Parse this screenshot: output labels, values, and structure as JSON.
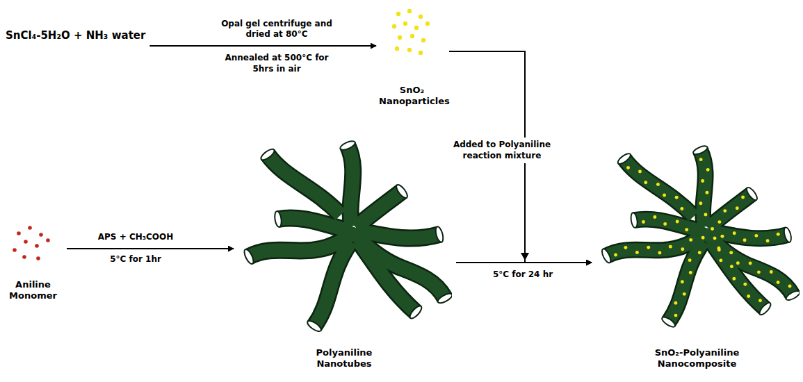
{
  "diagram": {
    "nodes": [
      {
        "text": [
          "SnCl₄-5H₂O + NH₃ water"
        ]
      },
      {
        "text": [
          "SnO₂ Nanoparticles"
        ]
      },
      {
        "text": [
          "Aniline Monomer"
        ]
      },
      {
        "text": [
          "Polyaniline Nanotubes"
        ]
      },
      {
        "text": [
          "SnO₂-Polyaniline Nanocomposite"
        ]
      }
    ],
    "edges": [
      {
        "from": 0,
        "to": 1,
        "arrow": "to",
        "label": "Opal gel centrifuge and dried at 80°C"
      },
      {
        "from": 1,
        "to": 4,
        "arrow": "to",
        "label": "Added to Polyaniline reaction mixture"
      },
      {
        "from": 2,
        "to": 3,
        "arrow": "to",
        "label": "APS + CH₃COOH"
      },
      {
        "from": 3,
        "to": 4,
        "arrow": "to",
        "label": "5°C for 24 hr"
      }
    ],
    "labels": [
      "Annealed at 500°C for 5hrs in air",
      "5°C for 1hr"
    ]
  }
}
